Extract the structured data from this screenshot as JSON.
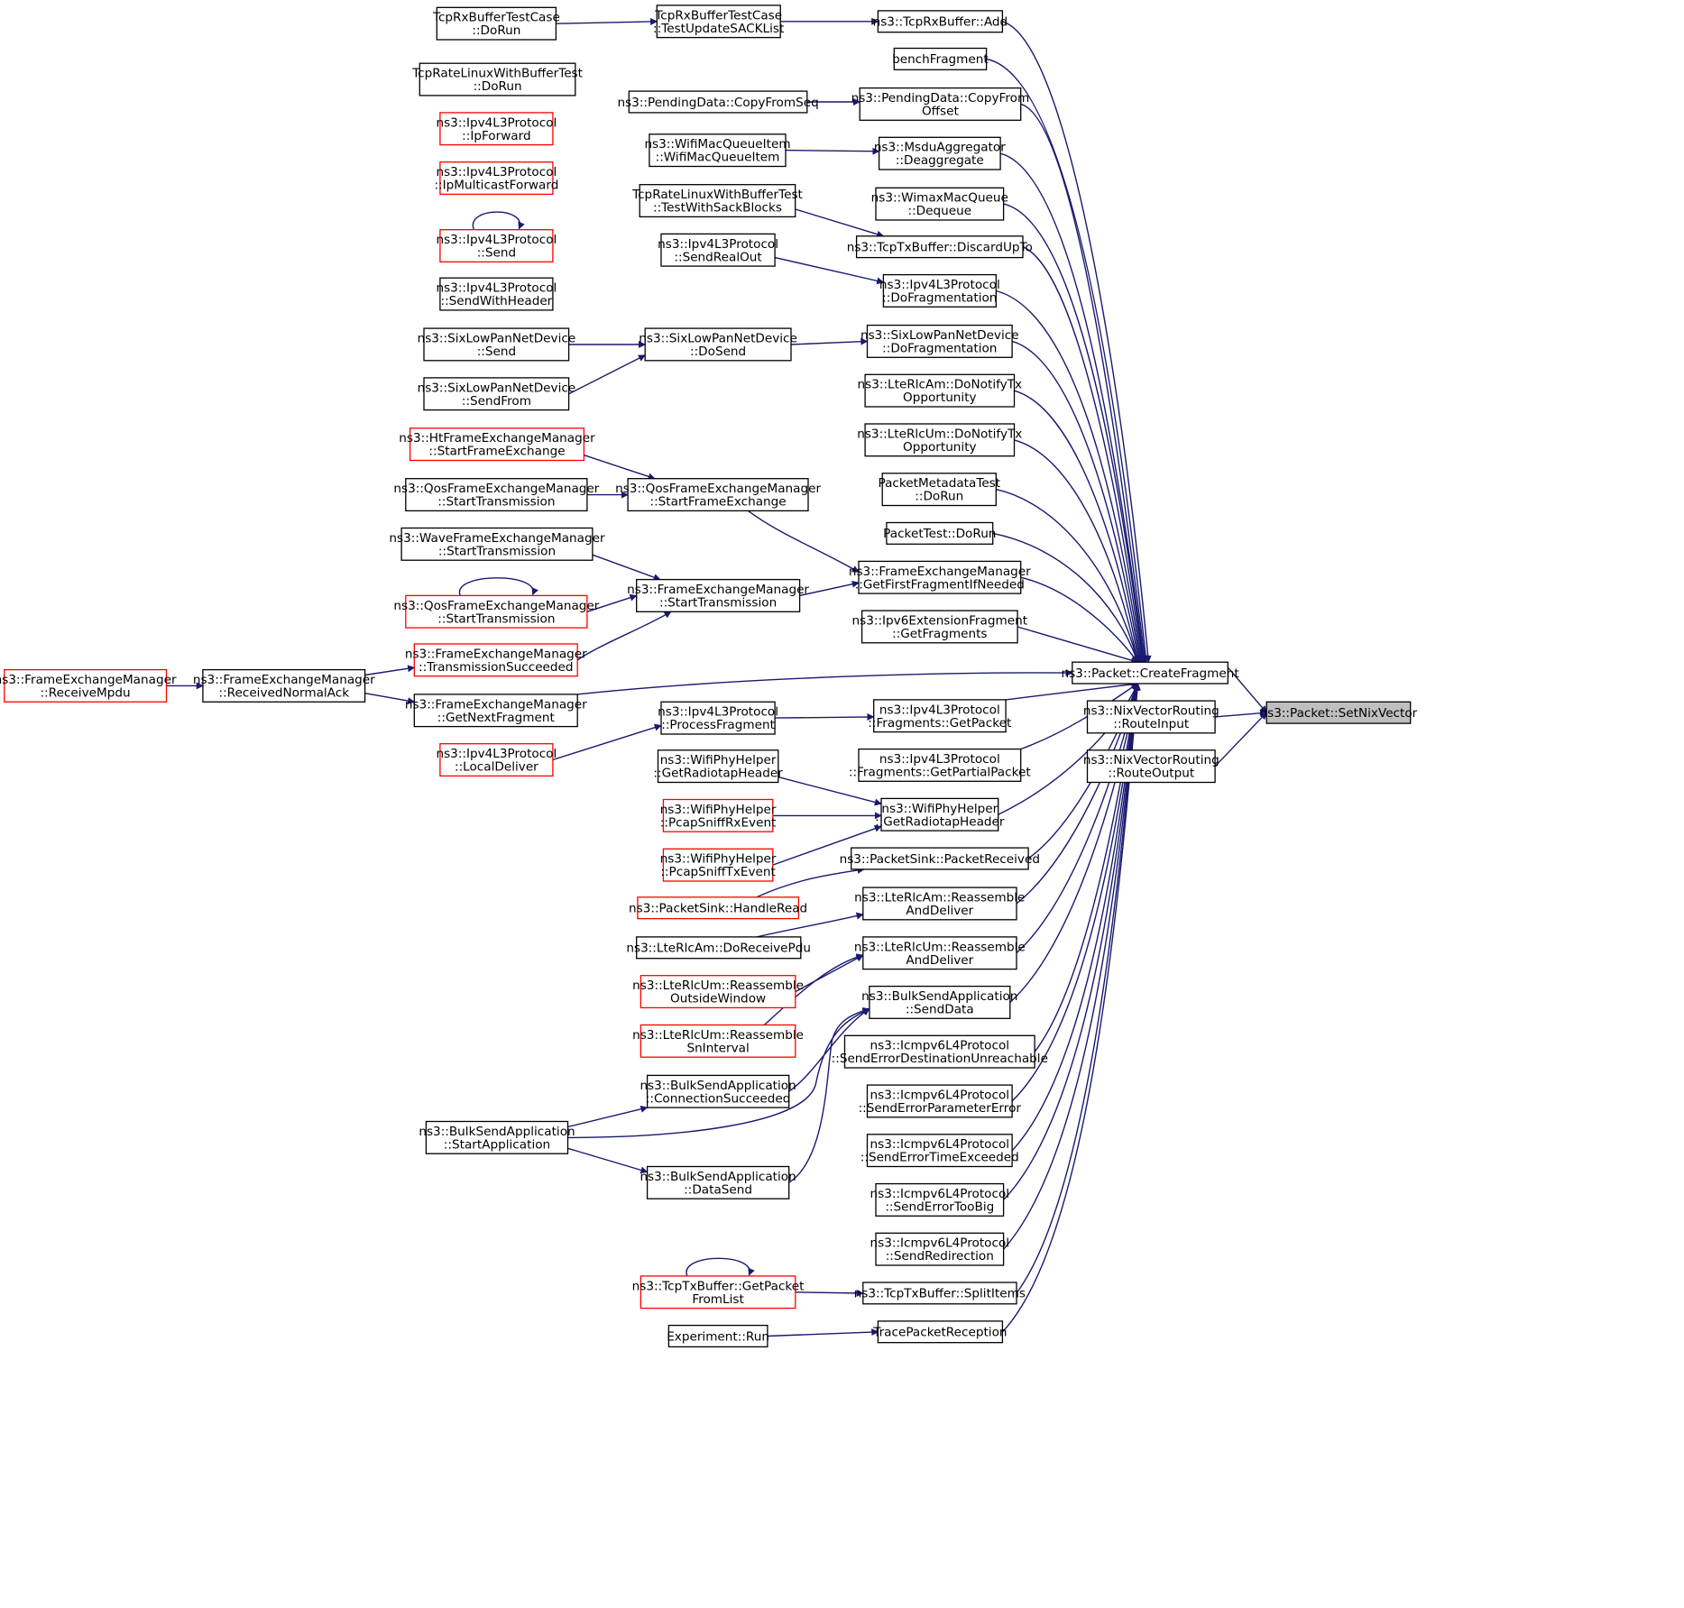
{
  "colors": {
    "edge": "#191970",
    "node_border": "#000000",
    "highlight_border": "#ff0000",
    "target_fill": "#bfbfbf",
    "node_fill": "#ffffff"
  },
  "nodes": [
    {
      "id": "setnix",
      "lines": [
        "ns3::Packet::SetNixVector"
      ],
      "style": "target"
    },
    {
      "id": "createfrag",
      "lines": [
        "ns3::Packet::CreateFragment"
      ],
      "style": "normal"
    },
    {
      "id": "routeinput",
      "lines": [
        "ns3::NixVectorRouting",
        "::RouteInput"
      ],
      "style": "normal"
    },
    {
      "id": "routeoutput",
      "lines": [
        "ns3::NixVectorRouting",
        "::RouteOutput"
      ],
      "style": "normal"
    },
    {
      "id": "rxadd",
      "lines": [
        "ns3::TcpRxBuffer::Add"
      ],
      "style": "normal"
    },
    {
      "id": "benchfrag",
      "lines": [
        "benchFragment"
      ],
      "style": "normal"
    },
    {
      "id": "pdcopyoff",
      "lines": [
        "ns3::PendingData::CopyFrom",
        "Offset"
      ],
      "style": "normal"
    },
    {
      "id": "msdudeagg",
      "lines": [
        "ns3::MsduAggregator",
        "::Deaggregate"
      ],
      "style": "normal"
    },
    {
      "id": "wimaxdeq",
      "lines": [
        "ns3::WimaxMacQueue",
        "::Dequeue"
      ],
      "style": "normal"
    },
    {
      "id": "txdiscard",
      "lines": [
        "ns3::TcpTxBuffer::DiscardUpTo"
      ],
      "style": "normal"
    },
    {
      "id": "ipv4dofrag",
      "lines": [
        "ns3::Ipv4L3Protocol",
        "::DoFragmentation"
      ],
      "style": "normal"
    },
    {
      "id": "sixdofrag",
      "lines": [
        "ns3::SixLowPanNetDevice",
        "::DoFragmentation"
      ],
      "style": "normal"
    },
    {
      "id": "rlcamnotify",
      "lines": [
        "ns3::LteRlcAm::DoNotifyTx",
        "Opportunity"
      ],
      "style": "normal"
    },
    {
      "id": "rlcumnotify",
      "lines": [
        "ns3::LteRlcUm::DoNotifyTx",
        "Opportunity"
      ],
      "style": "normal"
    },
    {
      "id": "pmtdorun",
      "lines": [
        "PacketMetadataTest",
        "::DoRun"
      ],
      "style": "normal"
    },
    {
      "id": "ptdorun",
      "lines": [
        "PacketTest::DoRun"
      ],
      "style": "normal"
    },
    {
      "id": "femgetfirst",
      "lines": [
        "ns3::FrameExchangeManager",
        "::GetFirstFragmentIfNeeded"
      ],
      "style": "normal"
    },
    {
      "id": "ipv6getfrags",
      "lines": [
        "ns3::Ipv6ExtensionFragment",
        "::GetFragments"
      ],
      "style": "normal"
    },
    {
      "id": "fragsgetpacket",
      "lines": [
        "ns3::Ipv4L3Protocol",
        "::Fragments::GetPacket"
      ],
      "style": "normal"
    },
    {
      "id": "fragsgetpartial",
      "lines": [
        "ns3::Ipv4L3Protocol",
        "::Fragments::GetPartialPacket"
      ],
      "style": "normal"
    },
    {
      "id": "wifigetradio2",
      "lines": [
        "ns3::WifiPhyHelper",
        "::GetRadiotapHeader"
      ],
      "style": "normal"
    },
    {
      "id": "sinkrecv",
      "lines": [
        "ns3::PacketSink::PacketReceived"
      ],
      "style": "normal"
    },
    {
      "id": "rlcamreasm",
      "lines": [
        "ns3::LteRlcAm::Reassemble",
        "AndDeliver"
      ],
      "style": "normal"
    },
    {
      "id": "rlcumreasm",
      "lines": [
        "ns3::LteRlcUm::Reassemble",
        "AndDeliver"
      ],
      "style": "normal"
    },
    {
      "id": "bulksenddata",
      "lines": [
        "ns3::BulkSendApplication",
        "::SendData"
      ],
      "style": "normal"
    },
    {
      "id": "icmpdestunreach",
      "lines": [
        "ns3::Icmpv6L4Protocol",
        "::SendErrorDestinationUnreachable"
      ],
      "style": "normal"
    },
    {
      "id": "icmpparam",
      "lines": [
        "ns3::Icmpv6L4Protocol",
        "::SendErrorParameterError"
      ],
      "style": "normal"
    },
    {
      "id": "icmptime",
      "lines": [
        "ns3::Icmpv6L4Protocol",
        "::SendErrorTimeExceeded"
      ],
      "style": "normal"
    },
    {
      "id": "icmptoobig",
      "lines": [
        "ns3::Icmpv6L4Protocol",
        "::SendErrorTooBig"
      ],
      "style": "normal"
    },
    {
      "id": "icmpredir",
      "lines": [
        "ns3::Icmpv6L4Protocol",
        "::SendRedirection"
      ],
      "style": "normal"
    },
    {
      "id": "txsplit",
      "lines": [
        "ns3::TcpTxBuffer::SplitItems"
      ],
      "style": "normal"
    },
    {
      "id": "tracerecv",
      "lines": [
        "TracePacketReception"
      ],
      "style": "normal"
    },
    {
      "id": "rxtestupdate",
      "lines": [
        "TcpRxBufferTestCase",
        "::TestUpdateSACKList"
      ],
      "style": "normal"
    },
    {
      "id": "rxtestdorun",
      "lines": [
        "TcpRxBufferTestCase",
        "::DoRun"
      ],
      "style": "normal"
    },
    {
      "id": "pdcopyseq",
      "lines": [
        "ns3::PendingData::CopyFromSeq"
      ],
      "style": "normal"
    },
    {
      "id": "wifimqi",
      "lines": [
        "ns3::WifiMacQueueItem",
        "::WifiMacQueueItem"
      ],
      "style": "normal"
    },
    {
      "id": "tcpratesack",
      "lines": [
        "TcpRateLinuxWithBufferTest",
        "::TestWithSackBlocks"
      ],
      "style": "normal"
    },
    {
      "id": "tcpratedorun",
      "lines": [
        "TcpRateLinuxWithBufferTest",
        "::DoRun"
      ],
      "style": "normal"
    },
    {
      "id": "ipv4sendreal",
      "lines": [
        "ns3::Ipv4L3Protocol",
        "::SendRealOut"
      ],
      "style": "normal"
    },
    {
      "id": "ipv4ipfwd",
      "lines": [
        "ns3::Ipv4L3Protocol",
        "::IpForward"
      ],
      "style": "highlight"
    },
    {
      "id": "ipv4mcast",
      "lines": [
        "ns3::Ipv4L3Protocol",
        "::IpMulticastForward"
      ],
      "style": "highlight"
    },
    {
      "id": "ipv4send",
      "lines": [
        "ns3::Ipv4L3Protocol",
        "::Send"
      ],
      "style": "highlight"
    },
    {
      "id": "ipv4sendhdr",
      "lines": [
        "ns3::Ipv4L3Protocol",
        "::SendWithHeader"
      ],
      "style": "normal"
    },
    {
      "id": "sixdosend",
      "lines": [
        "ns3::SixLowPanNetDevice",
        "::DoSend"
      ],
      "style": "normal"
    },
    {
      "id": "sixsend",
      "lines": [
        "ns3::SixLowPanNetDevice",
        "::Send"
      ],
      "style": "normal"
    },
    {
      "id": "sixsendfrom",
      "lines": [
        "ns3::SixLowPanNetDevice",
        "::SendFrom"
      ],
      "style": "normal"
    },
    {
      "id": "qosstartfe",
      "lines": [
        "ns3::QosFrameExchangeManager",
        "::StartFrameExchange"
      ],
      "style": "normal"
    },
    {
      "id": "htstartfe",
      "lines": [
        "ns3::HtFrameExchangeManager",
        "::StartFrameExchange"
      ],
      "style": "highlight"
    },
    {
      "id": "qosstarttx1",
      "lines": [
        "ns3::QosFrameExchangeManager",
        "::StartTransmission"
      ],
      "style": "normal"
    },
    {
      "id": "femstarttx",
      "lines": [
        "ns3::FrameExchangeManager",
        "::StartTransmission"
      ],
      "style": "normal"
    },
    {
      "id": "wavestarttx",
      "lines": [
        "ns3::WaveFrameExchangeManager",
        "::StartTransmission"
      ],
      "style": "normal"
    },
    {
      "id": "qosstarttx2",
      "lines": [
        "ns3::QosFrameExchangeManager",
        "::StartTransmission"
      ],
      "style": "highlight"
    },
    {
      "id": "femtxsucc",
      "lines": [
        "ns3::FrameExchangeManager",
        "::TransmissionSucceeded"
      ],
      "style": "highlight"
    },
    {
      "id": "femrecvack",
      "lines": [
        "ns3::FrameExchangeManager",
        "::ReceivedNormalAck"
      ],
      "style": "normal"
    },
    {
      "id": "femrecvmpdu",
      "lines": [
        "ns3::FrameExchangeManager",
        "::ReceiveMpdu"
      ],
      "style": "highlight"
    },
    {
      "id": "femgetnext",
      "lines": [
        "ns3::FrameExchangeManager",
        "::GetNextFragment"
      ],
      "style": "normal"
    },
    {
      "id": "ipv4procfrag",
      "lines": [
        "ns3::Ipv4L3Protocol",
        "::ProcessFragment"
      ],
      "style": "normal"
    },
    {
      "id": "ipv4localdel",
      "lines": [
        "ns3::Ipv4L3Protocol",
        "::LocalDeliver"
      ],
      "style": "highlight"
    },
    {
      "id": "wifigetradio1",
      "lines": [
        "ns3::WifiPhyHelper",
        "::GetRadiotapHeader"
      ],
      "style": "normal"
    },
    {
      "id": "wifisniffrx",
      "lines": [
        "ns3::WifiPhyHelper",
        "::PcapSniffRxEvent"
      ],
      "style": "highlight"
    },
    {
      "id": "wifisnifftx",
      "lines": [
        "ns3::WifiPhyHelper",
        "::PcapSniffTxEvent"
      ],
      "style": "highlight"
    },
    {
      "id": "sinkhandle",
      "lines": [
        "ns3::PacketSink::HandleRead"
      ],
      "style": "highlight"
    },
    {
      "id": "rlcamdorecv",
      "lines": [
        "ns3::LteRlcAm::DoReceivePdu"
      ],
      "style": "normal"
    },
    {
      "id": "rlcumoutside",
      "lines": [
        "ns3::LteRlcUm::Reassemble",
        "OutsideWindow"
      ],
      "style": "highlight"
    },
    {
      "id": "rlcumsnint",
      "lines": [
        "ns3::LteRlcUm::Reassemble",
        "SnInterval"
      ],
      "style": "highlight"
    },
    {
      "id": "bulkconnsucc",
      "lines": [
        "ns3::BulkSendApplication",
        "::ConnectionSucceeded"
      ],
      "style": "normal"
    },
    {
      "id": "bulkstartapp",
      "lines": [
        "ns3::BulkSendApplication",
        "::StartApplication"
      ],
      "style": "normal"
    },
    {
      "id": "bulkdatasend",
      "lines": [
        "ns3::BulkSendApplication",
        "::DataSend"
      ],
      "style": "normal"
    },
    {
      "id": "txgetpacket",
      "lines": [
        "ns3::TcpTxBuffer::GetPacket",
        "FromList"
      ],
      "style": "highlight"
    },
    {
      "id": "exprun",
      "lines": [
        "Experiment::Run"
      ],
      "style": "normal"
    }
  ]
}
